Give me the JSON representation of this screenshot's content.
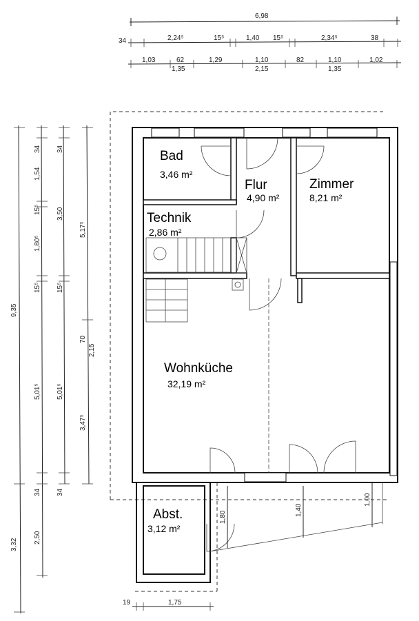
{
  "rooms": {
    "bad": {
      "name": "Bad",
      "area": "3,46 m²"
    },
    "flur": {
      "name": "Flur",
      "area": "4,90 m²"
    },
    "zimmer": {
      "name": "Zimmer",
      "area": "8,21 m²"
    },
    "technik": {
      "name": "Technik",
      "area": "2,86 m²"
    },
    "wohnkueche": {
      "name": "Wohnküche",
      "area": "32,19 m²"
    },
    "abst": {
      "name": "Abst.",
      "area": "3,12 m²"
    }
  },
  "dims_top": {
    "row1": [
      "6,98"
    ],
    "row2": [
      "34",
      "2,24⁵",
      "15⁵",
      "1,40",
      "15⁵",
      "2,34⁵",
      "38"
    ],
    "row3": [
      "1,03",
      "62",
      "1,35",
      "1,29",
      "1,10",
      "2,15",
      "82",
      "1,10",
      "1,35",
      "1,02"
    ]
  },
  "dims_left": {
    "col1": [
      "9,35",
      "3,32"
    ],
    "col2": [
      "34",
      "1,54",
      "15⁵",
      "1,80⁵",
      "15⁵",
      "5,01⁵",
      "34",
      "2,50"
    ],
    "col3": [
      "34",
      "3,50",
      "15⁵",
      "5,01⁵",
      "34"
    ],
    "col4": [
      "5,17⁵",
      "70",
      "2,15",
      "3,47⁵"
    ]
  },
  "dims_bottom": [
    "19",
    "1,75"
  ],
  "dims_terrace": [
    "1,80",
    "1,40",
    "1,00"
  ]
}
